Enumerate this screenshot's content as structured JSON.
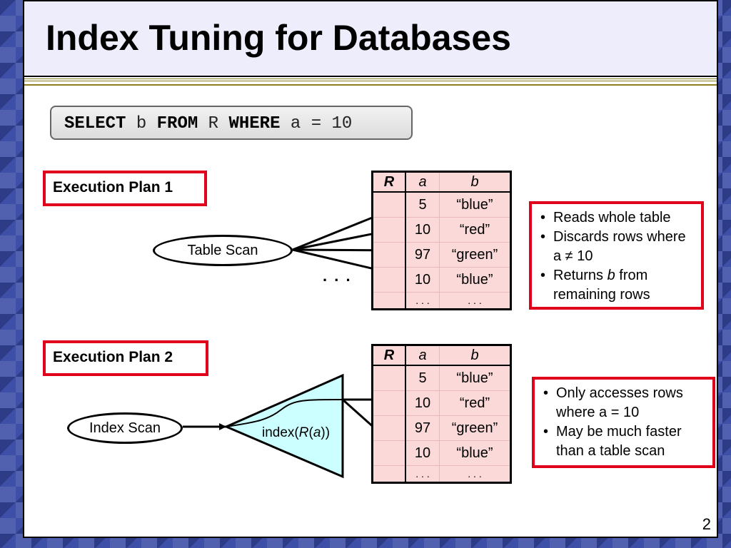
{
  "slide": {
    "title": "Index Tuning for Databases",
    "page_number": "2"
  },
  "query": {
    "kw_select": "SELECT",
    "col": "b",
    "kw_from": "FROM",
    "table": "R",
    "kw_where": "WHERE",
    "condition": "a = 10"
  },
  "plan1": {
    "label": "Execution Plan 1",
    "operator": "Table Scan",
    "ellipsis": ". . .",
    "notes": [
      "Reads whole table",
      "Discards rows where a ≠ 10",
      "Returns b from remaining rows"
    ],
    "notes_parts": {
      "n3_pre": "Returns ",
      "n3_em": "b",
      "n3_post": " from remaining rows"
    }
  },
  "plan2": {
    "label": "Execution Plan 2",
    "operator": "Index Scan",
    "index": {
      "pre": "index(",
      "rel": "R",
      "open": "(",
      "attr": "a",
      "close": "))"
    },
    "notes": [
      "Only accesses rows where a = 10",
      "May be much faster than a table scan"
    ]
  },
  "table_r": {
    "name": "R",
    "columns": [
      "a",
      "b"
    ],
    "rows": [
      [
        "5",
        "“blue”"
      ],
      [
        "10",
        "“red”"
      ],
      [
        "97",
        "“green”"
      ],
      [
        "10",
        "“blue”"
      ],
      [
        ". . .",
        ". . ."
      ]
    ]
  },
  "colors": {
    "accent_red": "#e0001b",
    "table_fill": "#fcd9d9",
    "index_fill": "#ccffff",
    "title_bg": "#ededfc",
    "rule_gold": "#8c7e1e"
  }
}
